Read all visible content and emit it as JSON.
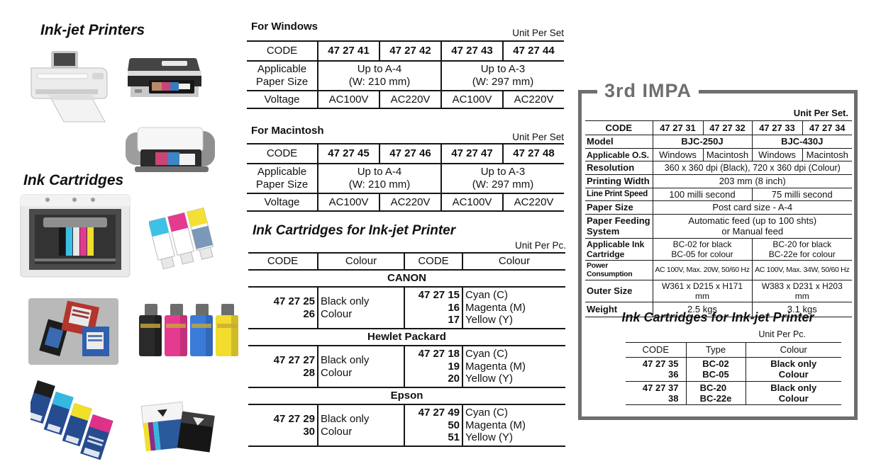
{
  "colors": {
    "frame_gray": "#6e6e6e",
    "rule_black": "#161616",
    "cyan": "#35b8e0",
    "magenta": "#e0308a",
    "yellow": "#f0dd2e"
  },
  "left_panel": {
    "printers_title": "Ink-jet Printers",
    "cartridges_title": "Ink Cartridges",
    "photos": [
      "white-inkjet-printer",
      "dark-inkjet-printer",
      "compact-photo-printer",
      "open-printer-with-cartridges",
      "cmy-cartridge-set",
      "hp-style-cartridges",
      "brother-style-cartridges",
      "epson-style-cartridges",
      "colour-and-black-cartridge-pair"
    ]
  },
  "windows_table": {
    "title": "For Windows",
    "unit_label": "Unit Per Set",
    "code_label": "CODE",
    "codes": [
      "47 27 41",
      "47 27 42",
      "47 27 43",
      "47 27 44"
    ],
    "paper_label": "Applicable\nPaper Size",
    "paper_sizes": [
      "Up to A-4\n(W: 210 mm)",
      "Up to A-3\n(W: 297 mm)"
    ],
    "voltage_label": "Voltage",
    "voltages": [
      "AC100V",
      "AC220V",
      "AC100V",
      "AC220V"
    ]
  },
  "macintosh_table": {
    "title": "For Macintosh",
    "unit_label": "Unit Per Set",
    "code_label": "CODE",
    "codes": [
      "47 27 45",
      "47 27 46",
      "47 27 47",
      "47 27 48"
    ],
    "paper_label": "Applicable\nPaper Size",
    "paper_sizes": [
      "Up to A-4\n(W: 210 mm)",
      "Up to A-3\n(W: 297 mm)"
    ],
    "voltage_label": "Voltage",
    "voltages": [
      "AC100V",
      "AC220V",
      "AC100V",
      "AC220V"
    ]
  },
  "mid_cartridge_table": {
    "title": "Ink Cartridges for Ink-jet Printer",
    "unit_label": "Unit Per Pc.",
    "headers": [
      "CODE",
      "Colour",
      "CODE",
      "Colour"
    ],
    "brands": [
      {
        "name": "CANON",
        "mono_codes": "47 27 25\n26",
        "mono_colours": "Black only\nColour",
        "colour_codes": "47 27 15\n16\n17",
        "colour_names": "Cyan (C)\nMagenta (M)\nYellow (Y)"
      },
      {
        "name": "Hewlet Packard",
        "mono_codes": "47 27 27\n28",
        "mono_colours": "Black only\nColour",
        "colour_codes": "47 27 18\n19\n20",
        "colour_names": "Cyan (C)\nMagenta (M)\nYellow (Y)"
      },
      {
        "name": "Epson",
        "mono_codes": "47 27 29\n30",
        "mono_colours": "Black only\nColour",
        "colour_codes": "47 27 49\n50\n51",
        "colour_names": "Cyan (C)\nMagenta (M)\nYellow (Y)"
      }
    ]
  },
  "impa": {
    "label": "3rd IMPA",
    "unit_label": "Unit Per Set.",
    "spec_table": {
      "code_label": "CODE",
      "codes": [
        "47 27 31",
        "47 27 32",
        "47 27 33",
        "47 27 34"
      ],
      "model_label": "Model",
      "models": [
        "BJC-250J",
        "BJC-430J"
      ],
      "os_label": "Applicable O.S.",
      "os_values": [
        "Windows",
        "Macintosh",
        "Windows",
        "Macintosh"
      ],
      "resolution_label": "Resolution",
      "resolution_value": "360 x 360 dpi (Black), 720 x 360 dpi (Colour)",
      "printing_width_label": "Printing Width",
      "printing_width_value": "203 mm (8 inch)",
      "line_speed_label": "Line Print Speed",
      "line_speed_values": [
        "100 milli second",
        "75 milli second"
      ],
      "paper_size_label": "Paper Size",
      "paper_size_value": "Post card size - A-4",
      "feeding_label": "Paper Feeding\nSystem",
      "feeding_value": "Automatic feed (up to 100 shts)\nor Manual feed",
      "ink_label": "Applicable Ink\nCartridge",
      "ink_values": [
        "BC-02 for black\nBC-05 for colour",
        "BC-20 for black\nBC-22e for colour"
      ],
      "power_label": "Power Consumption",
      "power_values": [
        "AC 100V, Max. 20W, 50/60 Hz",
        "AC 100V, Max. 34W, 50/60 Hz"
      ],
      "outer_label": "Outer Size",
      "outer_values": [
        "W361 x D215 x H171 mm",
        "W383 x D231 x H203 mm"
      ],
      "weight_label": "Weight",
      "weight_values": [
        "2.5 kgs",
        "3.1 kgs"
      ]
    },
    "cartridge_table": {
      "title": "Ink Cartridges for Ink-jet Printer",
      "unit_label": "Unit Per Pc.",
      "headers": [
        "CODE",
        "Type",
        "Colour"
      ],
      "rows": [
        {
          "codes": "47 27 35\n36",
          "types": "BC-02\nBC-05",
          "colours": "Black only\nColour"
        },
        {
          "codes": "47 27 37\n38",
          "types": "BC-20\nBC-22e",
          "colours": "Black only\nColour"
        }
      ]
    }
  }
}
